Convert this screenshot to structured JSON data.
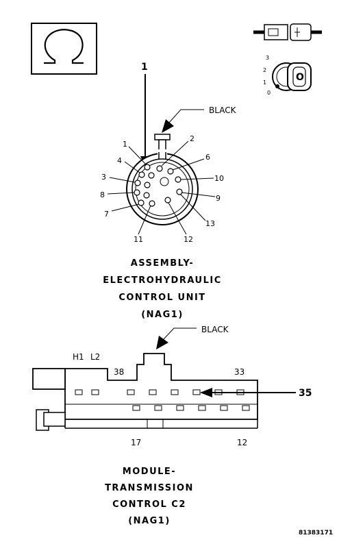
{
  "top_connector": {
    "wire_color_label": "BLACK",
    "callout": "1",
    "pin_labels": [
      "1",
      "2",
      "3",
      "4",
      "6",
      "7",
      "8",
      "9",
      "10",
      "11",
      "12",
      "13"
    ],
    "caption": [
      "ASSEMBLY-",
      "ELECTROHYDRAULIC",
      "CONTROL UNIT",
      "(NAG1)"
    ]
  },
  "ignition_icon": {
    "positions": [
      "3",
      "2",
      "1",
      "0"
    ],
    "key_letter": "O"
  },
  "bottom_connector": {
    "wire_color_label": "BLACK",
    "callout": "35",
    "labels": {
      "h1": "H1",
      "l2": "L2",
      "pin38": "38",
      "pin33": "33",
      "pin17": "17",
      "pin12": "12"
    },
    "caption": [
      "MODULE-",
      "TRANSMISSION",
      "CONTROL C2",
      "(NAG1)"
    ]
  },
  "figure_id": "81383171",
  "icons": [
    "omega-icon",
    "connector-icon",
    "ignition-key-icon"
  ]
}
